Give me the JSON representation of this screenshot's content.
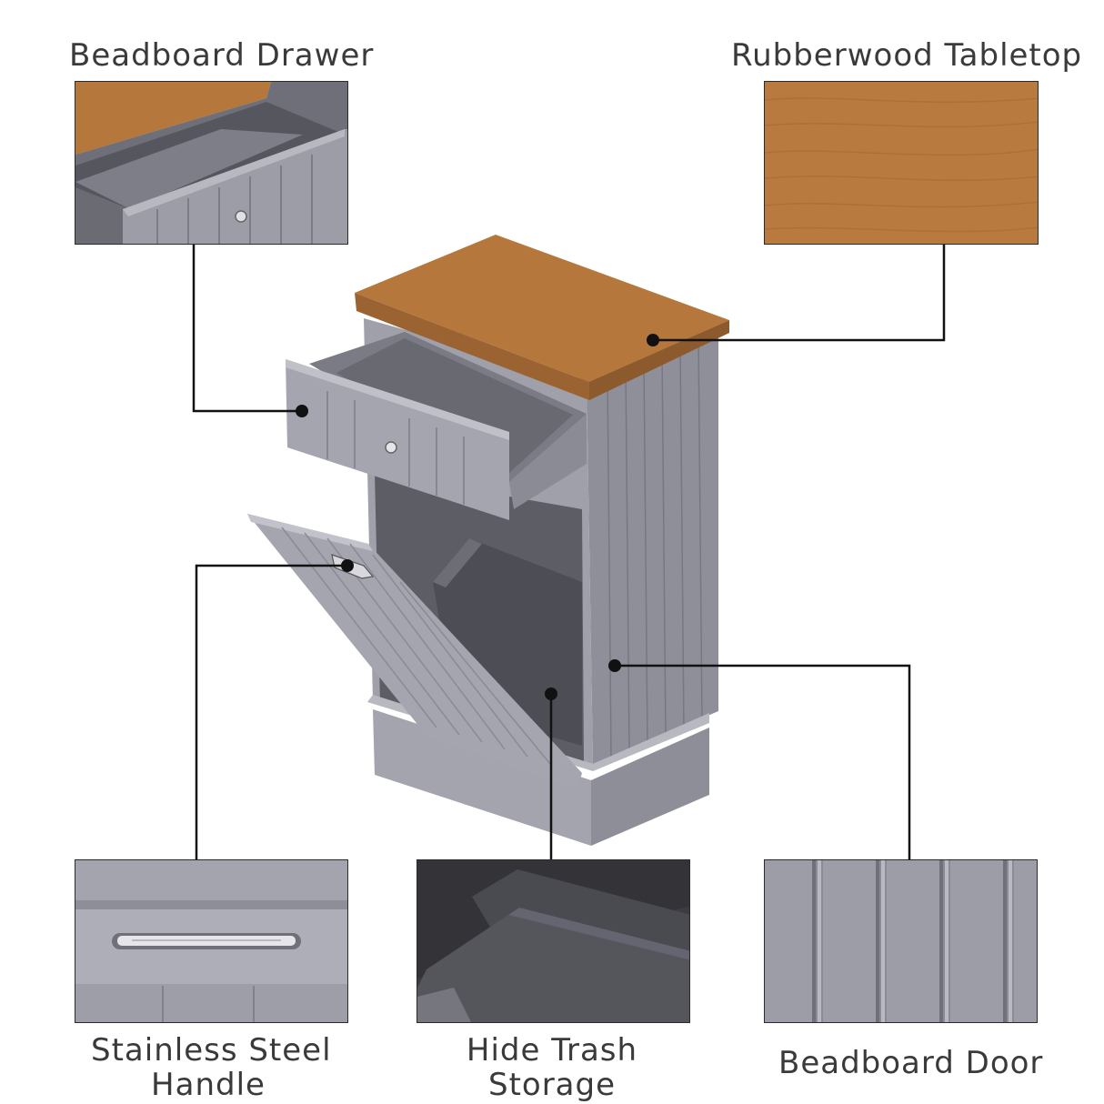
{
  "labels": {
    "drawer": "Beadboard Drawer",
    "tabletop": "Rubberwood Tabletop",
    "handle_line1": "Stainless Steel",
    "handle_line2": "Handle",
    "storage_line1": "Hide Trash",
    "storage_line2": "Storage",
    "door": "Beadboard Door"
  },
  "colors": {
    "wood": "#b5773b",
    "cabinet_gray": "#8f9099",
    "interior_dark": "#5f6068",
    "leader_line": "#111111"
  }
}
